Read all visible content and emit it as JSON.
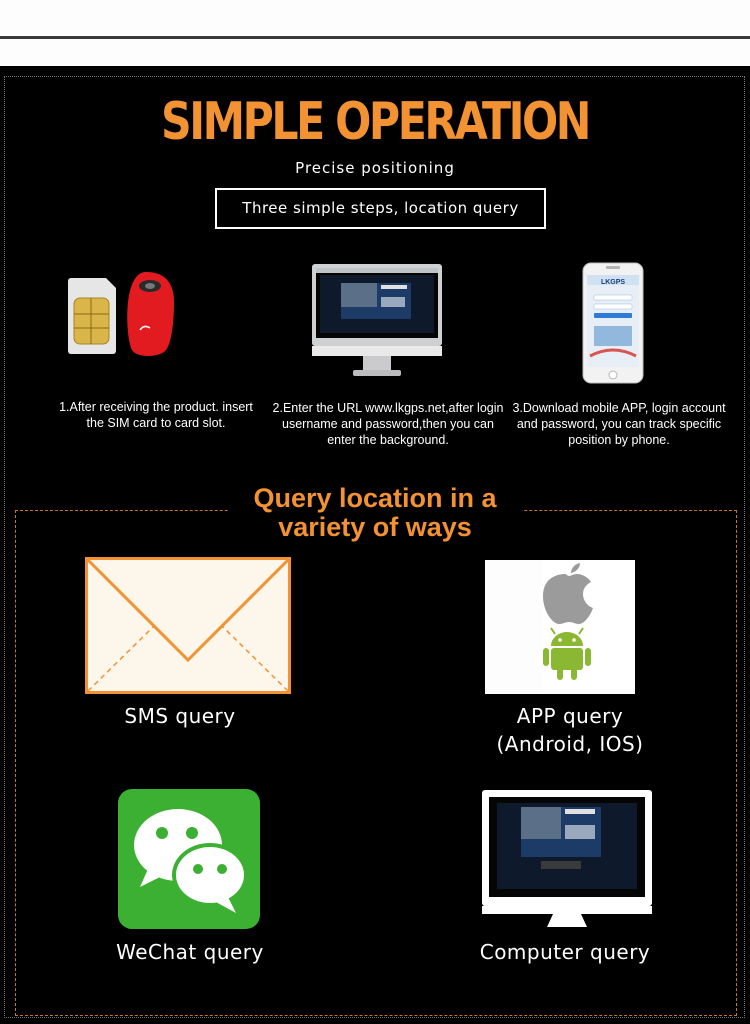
{
  "header": {
    "title": "SIMPLE OPERATION",
    "subtitle": "Precise positioning",
    "steps_box": "Three simple steps, location query"
  },
  "steps": [
    {
      "icon": "sim-card-and-tracker-icon",
      "caption": "1.After receiving the product. insert the SIM card to card slot."
    },
    {
      "icon": "desktop-monitor-icon",
      "caption": "2.Enter the URL www.lkgps.net,after login username and password,then you can enter the background."
    },
    {
      "icon": "smartphone-icon",
      "caption": "3.Download mobile APP, login account and password, you can track specific position by phone."
    }
  ],
  "phone_app_name": "LKGPS",
  "query": {
    "title": "Query location in a variety of ways",
    "methods": [
      {
        "icon": "envelope-icon",
        "label": "SMS query"
      },
      {
        "icon": "apple-android-icon",
        "label": "APP query (Android, IOS)"
      },
      {
        "icon": "wechat-icon",
        "label": "WeChat query"
      },
      {
        "icon": "computer-monitor-icon",
        "label": "Computer query"
      }
    ]
  },
  "colors": {
    "accent_orange": "#f39232",
    "background": "#000000",
    "wechat_green": "#3bb032",
    "android_green": "#8ab833"
  }
}
